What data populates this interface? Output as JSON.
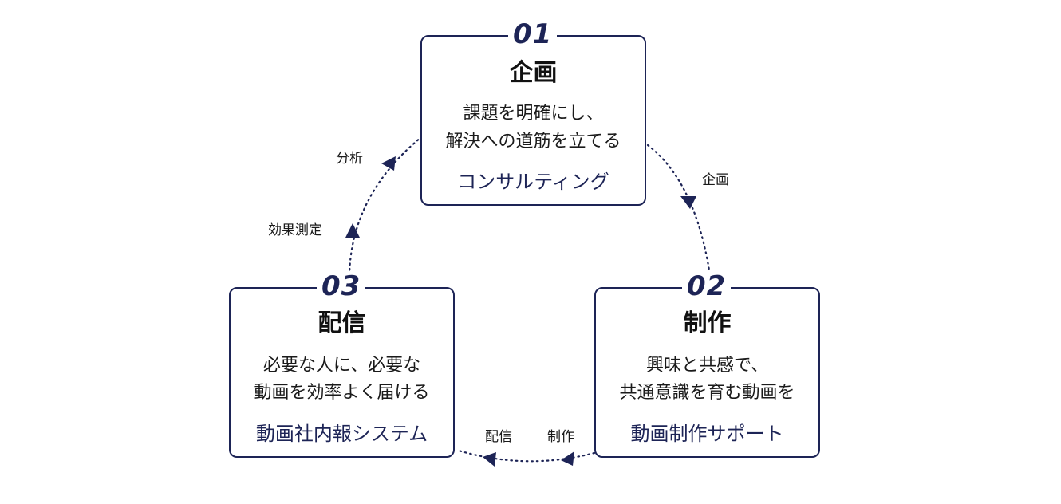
{
  "colors": {
    "accent": "#1d2456",
    "text": "#1a1a1a",
    "background": "#ffffff"
  },
  "steps": [
    {
      "number": "01",
      "title": "企画",
      "desc_line1": "課題を明確にし、",
      "desc_line2": "解決への道筋を立てる",
      "service": "コンサルティング"
    },
    {
      "number": "02",
      "title": "制作",
      "desc_line1": "興味と共感で、",
      "desc_line2": "共通意識を育む動画を",
      "service": "動画制作サポート"
    },
    {
      "number": "03",
      "title": "配信",
      "desc_line1": "必要な人に、必要な",
      "desc_line2": "動画を効率よく届ける",
      "service": "動画社内報システム"
    }
  ],
  "cycle_labels": {
    "kikaku": "企画",
    "seisaku": "制作",
    "haishin": "配信",
    "kouka_sokutei": "効果測定",
    "bunseki": "分析"
  }
}
